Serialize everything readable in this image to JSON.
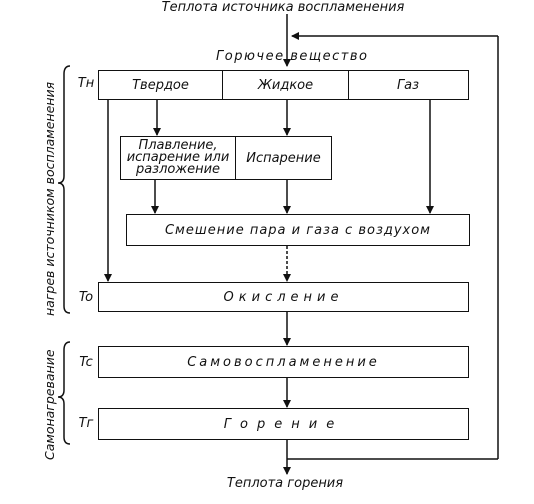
{
  "top_label": "Теплота источника воспламенения",
  "fuel_label": "Горючее вещество",
  "states": [
    "Твердое",
    "Жидкое",
    "Газ"
  ],
  "process_solid": "Плавление, испарение или разложение",
  "process_liquid": "Испарение",
  "mixing": "Смешение пара и газа с воздухом",
  "oxidation": "Окисление",
  "self_ignition": "Самовоспламенение",
  "combustion": "Горение",
  "bottom_label": "Теплота горения",
  "side_heating": "нагрев источником воспламенения",
  "side_selfheating": "Самонагревание",
  "temps": {
    "tn": "Tн",
    "to": "To",
    "tc": "Tc",
    "tg": "Tг"
  }
}
